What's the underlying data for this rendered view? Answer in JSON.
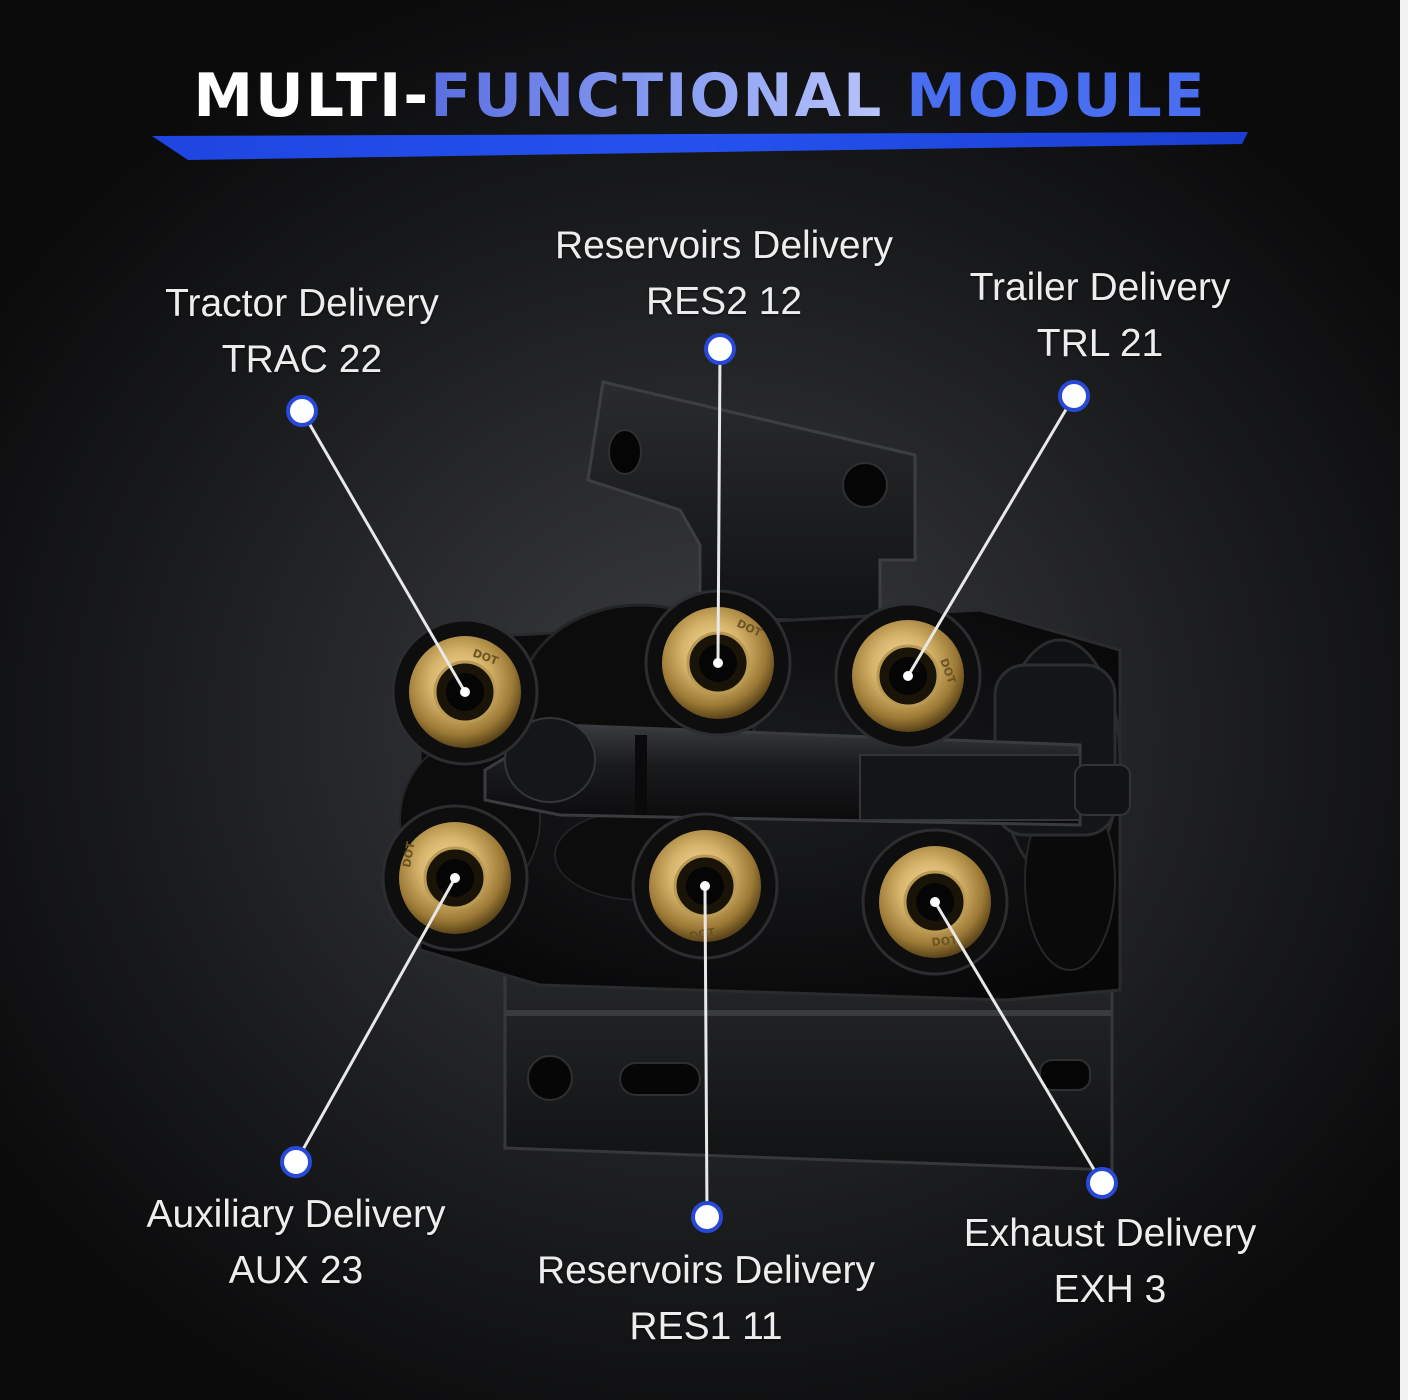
{
  "title": {
    "part1": "MULTI-",
    "part2": "FUNCTIONAL",
    "part3": "MODULE"
  },
  "callouts": {
    "tractor": {
      "name": "Tractor Delivery",
      "code": "TRAC 22"
    },
    "res2": {
      "name": "Reservoirs Delivery",
      "code": "RES2 12"
    },
    "trailer": {
      "name": "Trailer Delivery",
      "code": "TRL 21"
    },
    "aux": {
      "name": "Auxiliary Delivery",
      "code": "AUX 23"
    },
    "res1": {
      "name": "Reservoirs Delivery",
      "code": "RES1 11"
    },
    "exhaust": {
      "name": "Exhaust Delivery",
      "code": "EXH 3"
    }
  },
  "port_marking": "DOT",
  "colors": {
    "accent_blue": "#2a4fe0",
    "dot_ring": "#2848d8",
    "brass": "#c9a55a",
    "label_text": "#ededed"
  }
}
